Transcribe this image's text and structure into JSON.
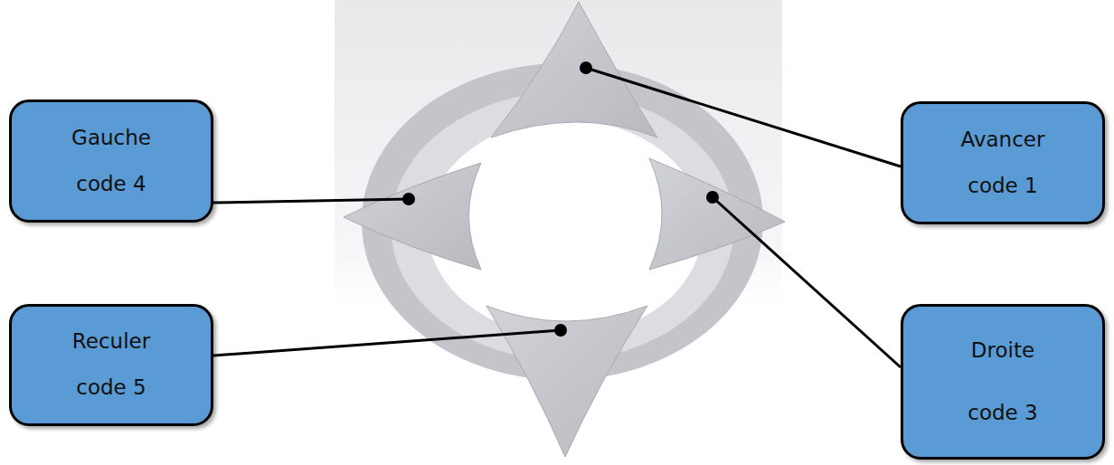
{
  "diagram": {
    "nodes": [
      {
        "text": [
          "Gauche",
          "code 4"
        ]
      },
      {
        "text": [
          "Avancer",
          "code 1"
        ]
      },
      {
        "text": [
          "Reculer",
          "code 5"
        ]
      },
      {
        "text": [
          "Droite",
          "code 3"
        ]
      }
    ]
  }
}
